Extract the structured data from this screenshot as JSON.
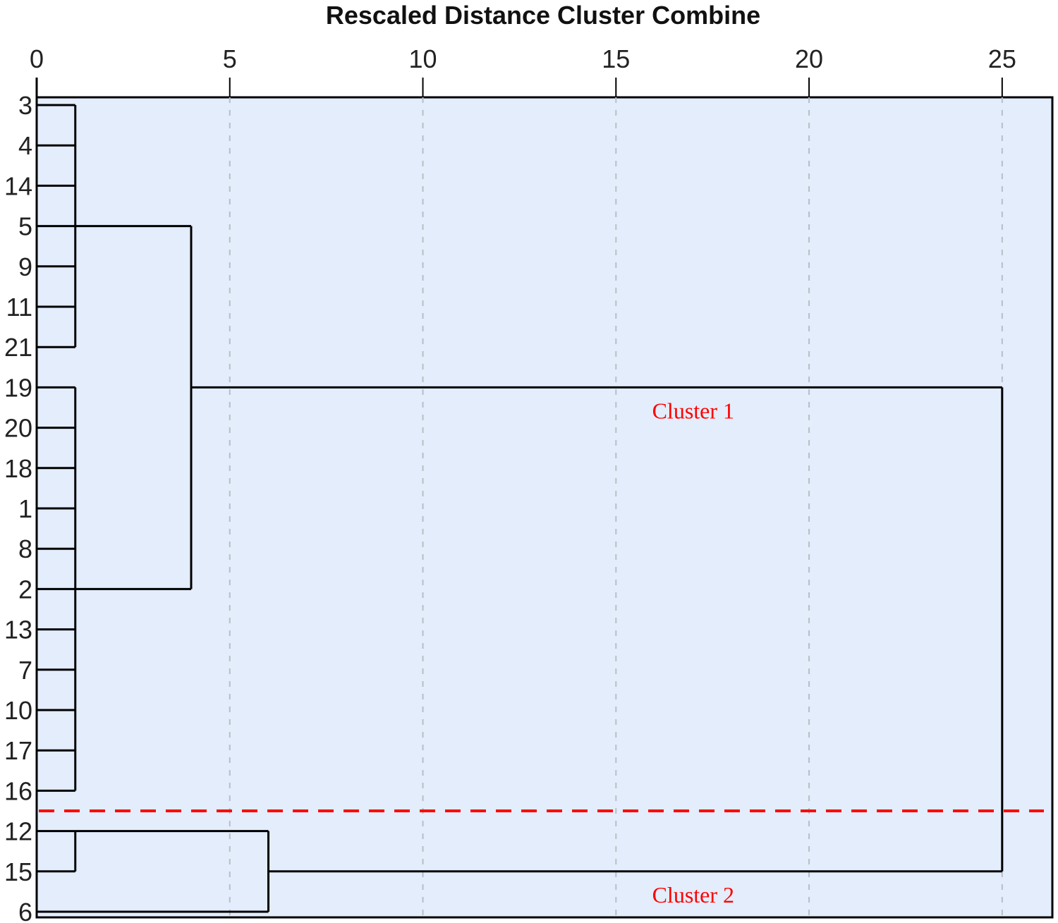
{
  "chart_data": {
    "type": "dendrogram",
    "title": "Rescaled Distance Cluster Combine",
    "x_ticks": [
      0,
      5,
      10,
      15,
      20,
      25
    ],
    "xlim": [
      0,
      26.3
    ],
    "grid": "vertical dashed",
    "background_color": "#e3edfb",
    "line_color": "#000000",
    "annotation_color": "#ff0000",
    "leaves": [
      "3",
      "4",
      "14",
      "5",
      "9",
      "11",
      "21",
      "19",
      "20",
      "18",
      "1",
      "8",
      "2",
      "13",
      "7",
      "10",
      "17",
      "16",
      "12",
      "15",
      "6"
    ],
    "merges": [
      {
        "members": [
          "3",
          "4",
          "14",
          "5",
          "9",
          "11",
          "21"
        ],
        "height": 1
      },
      {
        "members": [
          "19",
          "20",
          "18",
          "1",
          "8",
          "2",
          "13",
          "7",
          "10",
          "17",
          "16"
        ],
        "height": 1
      },
      {
        "members": [
          "12",
          "15"
        ],
        "height": 1
      },
      {
        "members": [
          "A",
          "B"
        ],
        "height": 4,
        "children_join_rows": [
          "5",
          "2"
        ]
      },
      {
        "members": [
          "C",
          "6"
        ],
        "height": 6,
        "children_join_rows": [
          "12",
          "6"
        ]
      },
      {
        "members": [
          "D",
          "E"
        ],
        "height": 25,
        "children_join_rows": [
          "19",
          "15"
        ]
      }
    ],
    "cut_line": {
      "between_rows": [
        "16",
        "12"
      ],
      "style": "red dashed"
    },
    "annotations": [
      {
        "text": "Cluster 1",
        "x": 17,
        "row": "19"
      },
      {
        "text": "Cluster 2",
        "x": 17,
        "row": "15"
      }
    ]
  }
}
